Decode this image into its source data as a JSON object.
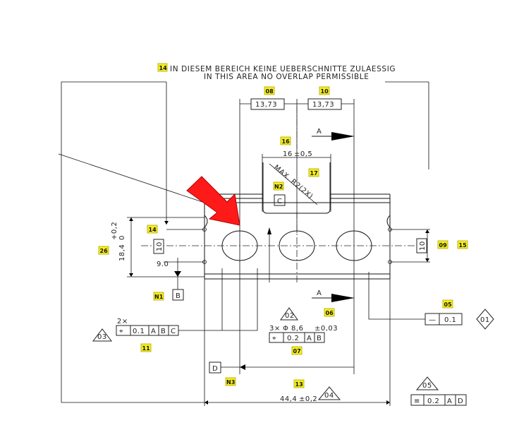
{
  "notes": {
    "line1": "IN DIESEM BEREICH KEINE UEBERSCHNITTE ZULAESSIG",
    "line2": "IN THIS AREA NO OVERLAP PERMISSIBLE"
  },
  "tags": {
    "t14a": "14",
    "t08": "08",
    "t10": "10",
    "t16": "16",
    "t17": "17",
    "tN2": "N2",
    "t14b": "14",
    "t26": "26",
    "t09": "09",
    "t15": "15",
    "tN1": "N1",
    "t05": "05",
    "t06": "06",
    "t11": "11",
    "t07": "07",
    "tN3": "N3",
    "t13": "13"
  },
  "dims": {
    "d08": "13,73",
    "d10": "13,73",
    "width16": "16",
    "width16_tol": "±0,5",
    "radius": "MAX. R2(2X)",
    "height18": "18,4",
    "height18_tol_upper": "+0,2",
    "height18_tol_lower": "0",
    "d9": "9.0",
    "holes_prefix": "3×",
    "holes_value": "Φ 8,6",
    "holes_tol": "±0,03",
    "overall": "44,4",
    "overall_tol": "±0,2",
    "left_box": "10",
    "right_box": "10"
  },
  "datums": {
    "C": "C",
    "B": "B",
    "D": "D"
  },
  "section": {
    "top": "A",
    "bottom": "A"
  },
  "triangles": {
    "t02": "02",
    "t03": "03",
    "t04": "04",
    "t05": "05",
    "d01": "01"
  },
  "fcf": {
    "pos_left": {
      "multiplier": "2×",
      "symbol": "⌖",
      "tol": "0.1",
      "d1": "A",
      "d2": "B",
      "d3": "C"
    },
    "pos_mid": {
      "symbol": "⌖",
      "tol": "0.2",
      "d1": "A",
      "d2": "B"
    },
    "flat_right": {
      "symbol": "—",
      "tol": "0.1"
    },
    "sym_bottom": {
      "symbol": "≡",
      "tol": "0.2",
      "d1": "A",
      "d2": "D"
    }
  },
  "callout_arrow": {
    "color": "#ff1a1a"
  }
}
